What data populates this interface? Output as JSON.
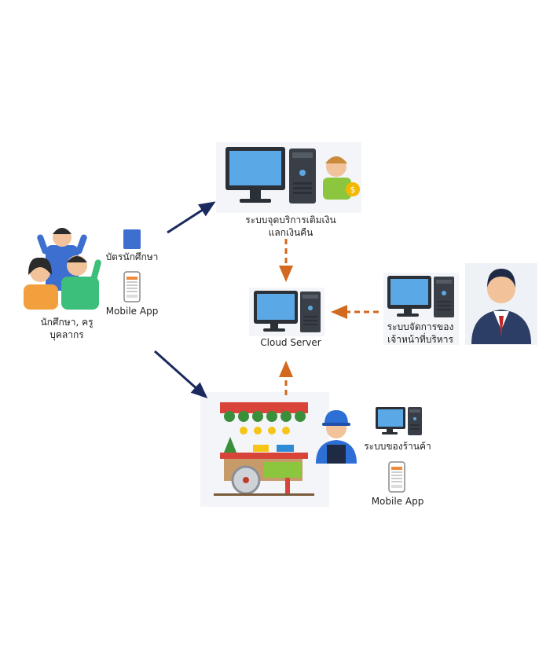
{
  "users": {
    "line1": "นักศึกษา, ครู",
    "line2": "บุคลากร"
  },
  "student_card": {
    "label": "บัตรนักศึกษา"
  },
  "mobile_app_user": {
    "label": "Mobile App"
  },
  "topup_system": {
    "line1": "ระบบจุดบริการเติมเงิน",
    "line2": "แลกเงินคืน"
  },
  "cloud_server": {
    "label": "Cloud Server"
  },
  "admin_system": {
    "line1": "ระบบจัดการของ",
    "line2": "เจ้าหน้าที่บริหาร"
  },
  "shop_system": {
    "label": "ระบบของร้านค้า"
  },
  "mobile_app_shop": {
    "label": "Mobile App"
  },
  "colors": {
    "solid_arrow": "#1a2a5e",
    "dashed_arrow": "#d2691e",
    "screen": "#5aa9e6",
    "tower": "#3a3f47"
  }
}
